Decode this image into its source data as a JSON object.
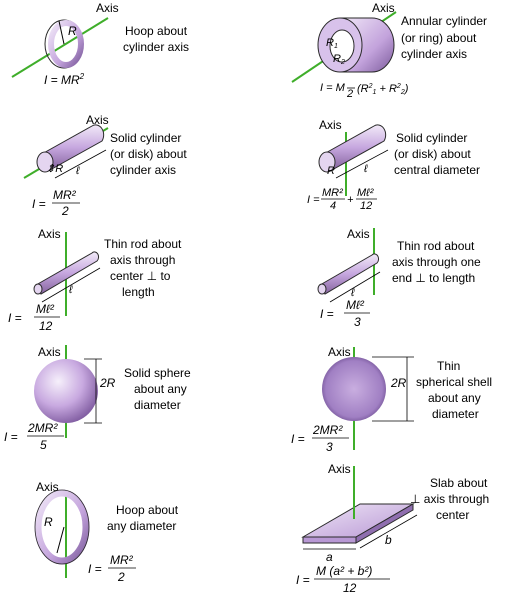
{
  "colors": {
    "axis": "#3fae2a",
    "body_light": "#efe6f7",
    "body_mid": "#c8a9e0",
    "body_dark": "#7e5a9f",
    "stroke": "#2a2a2a"
  },
  "axis_label": "Axis",
  "panels": [
    {
      "id": "hoop-cylinder-axis",
      "desc": [
        "Hoop about",
        "cylinder axis"
      ],
      "formula_lhs": "I = MR",
      "formula_sup": "2",
      "radius_label": "R"
    },
    {
      "id": "annular-cylinder",
      "desc": [
        "Annular cylinder",
        "(or ring) about",
        "cylinder axis"
      ],
      "formula": "I = M/2 (R₁² + R₂²)",
      "r1_label": "R1",
      "r2_label": "R2"
    },
    {
      "id": "solid-cylinder-axis",
      "desc": [
        "Solid cylinder",
        "(or disk) about",
        "cylinder axis"
      ],
      "formula_num": "MR²",
      "formula_den": "2",
      "radius_label": "R",
      "length_label": "ℓ"
    },
    {
      "id": "solid-cylinder-diameter",
      "desc": [
        "Solid cylinder",
        "(or disk) about",
        "central diameter"
      ],
      "formula_num1": "MR²",
      "formula_den1": "4",
      "formula_num2": "Mℓ²",
      "formula_den2": "12",
      "radius_label": "R",
      "length_label": "ℓ"
    },
    {
      "id": "thin-rod-center",
      "desc": [
        "Thin rod about",
        "axis through",
        "center ⊥ to",
        "length"
      ],
      "formula_num": "Mℓ²",
      "formula_den": "12",
      "length_label": "ℓ"
    },
    {
      "id": "thin-rod-end",
      "desc": [
        "Thin rod about",
        "axis through one",
        "end ⊥ to length"
      ],
      "formula_num": "Mℓ²",
      "formula_den": "3",
      "length_label": "ℓ"
    },
    {
      "id": "solid-sphere",
      "desc": [
        "Solid sphere",
        "about any",
        "diameter"
      ],
      "formula_num": "2MR²",
      "formula_den": "5",
      "dim_label": "2R"
    },
    {
      "id": "thin-spherical-shell",
      "desc": [
        "Thin",
        "spherical shell",
        "about any",
        "diameter"
      ],
      "formula_num": "2MR²",
      "formula_den": "3",
      "dim_label": "2R"
    },
    {
      "id": "hoop-diameter",
      "desc": [
        "Hoop about",
        "any diameter"
      ],
      "formula_num": "MR²",
      "formula_den": "2",
      "radius_label": "R"
    },
    {
      "id": "slab",
      "desc": [
        "Slab about",
        "⊥ axis through",
        "center"
      ],
      "formula_num": "M (a² + b²)",
      "formula_den": "12",
      "a_label": "a",
      "b_label": "b"
    }
  ],
  "formula_prefix": "I ="
}
